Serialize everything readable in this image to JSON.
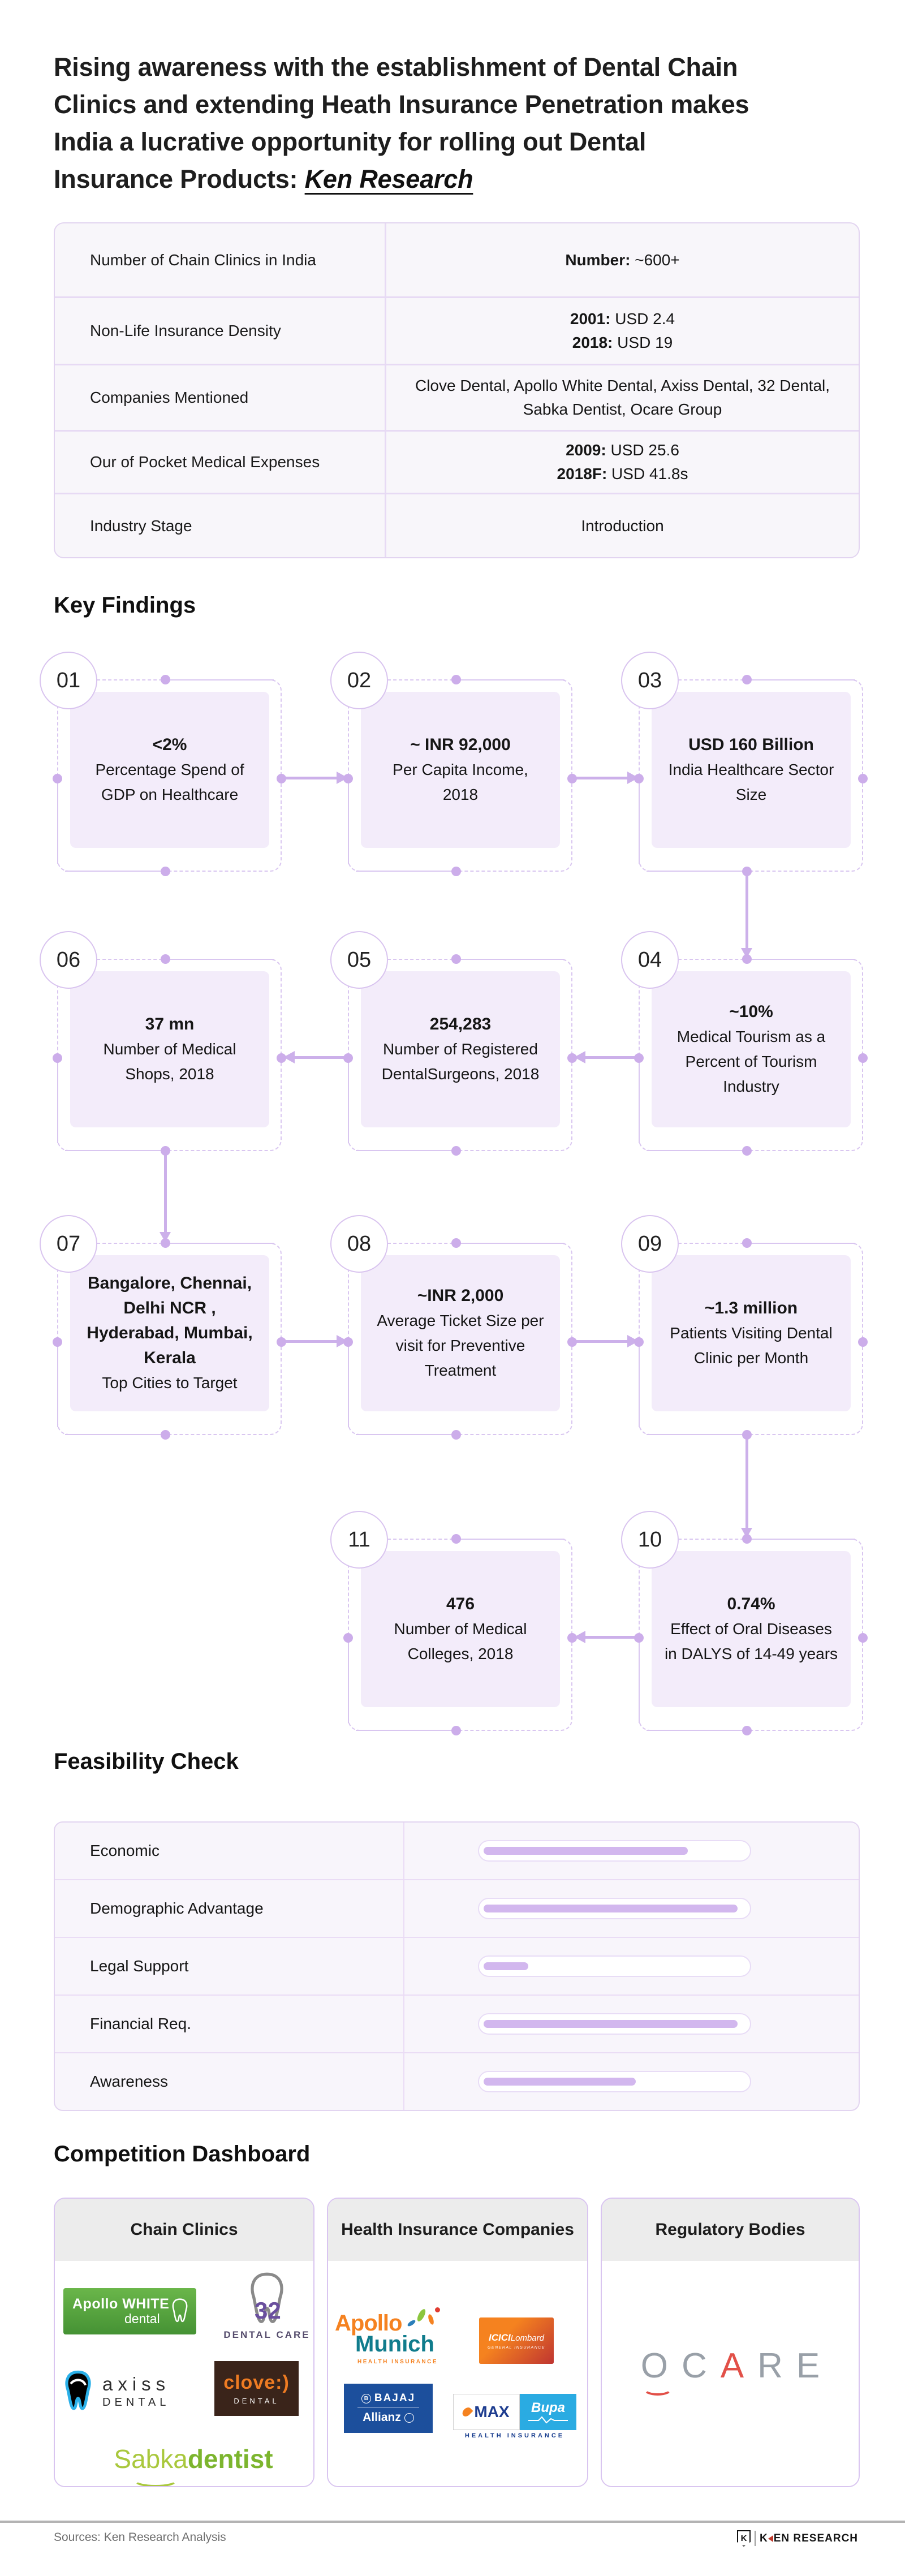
{
  "title": {
    "line1": "Rising awareness with the establishment of Dental Chain",
    "line2": "Clinics and extending Heath Insurance Penetration makes",
    "line3": "India a lucrative opportunity for rolling out Dental",
    "line4_prefix": "Insurance Products: ",
    "line4_link": "Ken Research"
  },
  "summary_table": {
    "rows": [
      {
        "label": "Number of Chain Clinics in India",
        "lines": [
          {
            "b": "Number:",
            "t": " ~600+"
          }
        ]
      },
      {
        "label": "Non-Life Insurance Density",
        "lines": [
          {
            "b": "2001:",
            "t": " USD 2.4"
          },
          {
            "b": "2018:",
            "t": " USD 19"
          }
        ]
      },
      {
        "label": "Companies Mentioned",
        "lines": [
          {
            "b": "",
            "t": "Clove Dental, Apollo White Dental, Axiss Dental, 32 Dental, Sabka Dentist, Ocare Group"
          }
        ]
      },
      {
        "label": "Our of Pocket Medical Expenses",
        "lines": [
          {
            "b": "2009:",
            "t": " USD 25.6"
          },
          {
            "b": "2018F:",
            "t": " USD 41.8s"
          }
        ]
      },
      {
        "label": "Industry Stage",
        "lines": [
          {
            "b": "",
            "t": "Introduction"
          }
        ]
      }
    ]
  },
  "key_findings": {
    "heading": "Key Findings",
    "cards": [
      {
        "num": "01",
        "value": "<2%",
        "desc": "Percentage Spend of GDP on Healthcare"
      },
      {
        "num": "02",
        "value": "~ INR 92,000",
        "desc": "Per Capita Income, 2018"
      },
      {
        "num": "03",
        "value": "USD 160 Billion",
        "desc": "India Healthcare Sector Size"
      },
      {
        "num": "04",
        "value": "~10%",
        "desc": "Medical Tourism as a Percent of Tourism Industry"
      },
      {
        "num": "05",
        "value": "254,283",
        "desc": "Number of Registered DentalSurgeons, 2018"
      },
      {
        "num": "06",
        "value": "37 mn",
        "desc": "Number of Medical Shops, 2018"
      },
      {
        "num": "07",
        "value": "Bangalore, Chennai, Delhi NCR , Hyderabad, Mumbai, Kerala",
        "desc": "Top Cities to Target"
      },
      {
        "num": "08",
        "value": "~INR 2,000",
        "desc": "Average Ticket Size per visit for Preventive Treatment"
      },
      {
        "num": "09",
        "value": "~1.3 million",
        "desc": "Patients Visiting Dental Clinic per Month"
      },
      {
        "num": "10",
        "value": "0.74%",
        "desc": "Effect of Oral Diseases in DALYS of 14-49 years"
      },
      {
        "num": "11",
        "value": "476",
        "desc": "Number of Medical Colleges, 2018"
      }
    ]
  },
  "feasibility": {
    "heading": "Feasibility Check",
    "rows": [
      {
        "label": "Economic",
        "pct": 78
      },
      {
        "label": "Demographic Advantage",
        "pct": 97
      },
      {
        "label": "Legal Support",
        "pct": 17
      },
      {
        "label": "Financial Req.",
        "pct": 97
      },
      {
        "label": "Awareness",
        "pct": 58
      }
    ]
  },
  "competition": {
    "heading": "Competition Dashboard",
    "columns": [
      {
        "title": "Chain Clinics"
      },
      {
        "title": "Health Insurance Companies"
      },
      {
        "title": "Regulatory Bodies"
      }
    ],
    "logos": {
      "apollo_white": {
        "l1": "Apollo WHITE",
        "l2": "dental"
      },
      "dental32": {
        "num": "32",
        "text": "DENTAL CARE"
      },
      "axiss": {
        "l1": "axiss",
        "l2": "DENTAL"
      },
      "clove": {
        "l1": "clove:)",
        "l2": "DENTAL"
      },
      "sabka": {
        "w1": "Sabka",
        "w2": "dentist"
      },
      "apollo_munich": {
        "l1": "Apollo",
        "l2": "Munich",
        "l3": "HEALTH INSURANCE"
      },
      "icici": {
        "l1": "ICICI",
        "l2": "Lombard",
        "l3": "GENERAL INSURANCE"
      },
      "bajaj": {
        "b": "B",
        "l1": "BAJAJ",
        "l2": "Allianz"
      },
      "max": {
        "l1": "MAX",
        "l2": "Bupa",
        "l3": "HEALTH INSURANCE"
      },
      "ocare": {
        "letters": [
          "O",
          "C",
          "A",
          "R",
          "E"
        ]
      }
    }
  },
  "footer": {
    "source": "Sources: Ken Research Analysis",
    "icon_letter": "K",
    "brand_first": "K",
    "brand_rest": "EN RESEARCH"
  },
  "colors": {
    "accent_purple": "#ccb0ea",
    "card_bg": "#f3ecfa",
    "frame_line": "#d9c6f0",
    "bar_fill": "#d2b7ee",
    "header_gray": "#ececec"
  }
}
